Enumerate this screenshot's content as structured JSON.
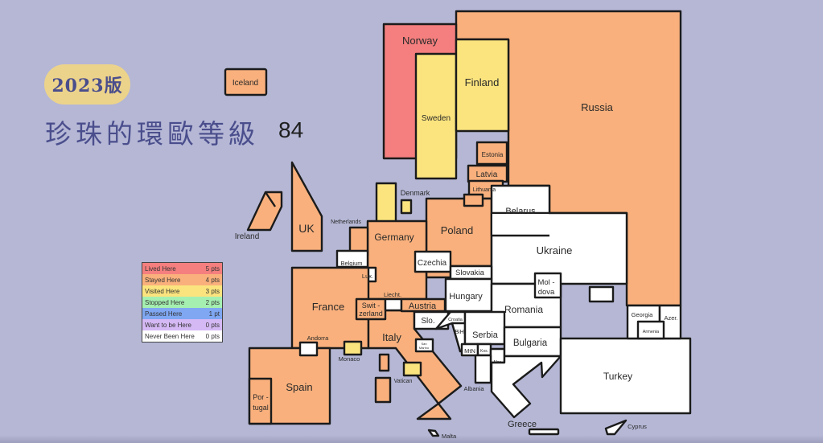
{
  "header": {
    "edition": "2023版",
    "title": "珍珠的環歐等級",
    "score": "84"
  },
  "legend": [
    {
      "label": "Lived Here",
      "points": "5 pts",
      "color": "#f47f7e"
    },
    {
      "label": "Stayed Here",
      "points": "4 pts",
      "color": "#f9b07c"
    },
    {
      "label": "Visited Here",
      "points": "3 pts",
      "color": "#fbe47e"
    },
    {
      "label": "Stopped Here",
      "points": "2 pts",
      "color": "#a5f0b1"
    },
    {
      "label": "Passed Here",
      "points": "1 pt",
      "color": "#7fa7f2"
    },
    {
      "label": "Want to be Here",
      "points": "0 pts",
      "color": "#d5b9f5"
    },
    {
      "label": "Never Been Here",
      "points": "0 pts",
      "color": "#ffffff"
    }
  ],
  "countries": {
    "norway": "Norway",
    "sweden": "Sweden",
    "finland": "Finland",
    "russia": "Russia",
    "iceland": "Iceland",
    "ireland": "Ireland",
    "uk": "UK",
    "denmark": "Denmark",
    "netherlands": "Netherlands",
    "belgium": "Belgium",
    "lux": "Lux.",
    "germany": "Germany",
    "poland": "Poland",
    "czechia": "Czechia",
    "slovakia": "Slovakia",
    "estonia": "Estonia",
    "latvia": "Latvia",
    "lithuania": "Lithuania",
    "belarus": "Belarus",
    "ukraine": "Ukraine",
    "moldova_1": "Mol -",
    "moldova_2": "dova",
    "hungary": "Hungary",
    "romania": "Romania",
    "france": "France",
    "switzerland_1": "Swit -",
    "switzerland_2": "zerland",
    "liecht": "Liecht.",
    "austria": "Austria",
    "slovenia": "Slo.",
    "croatia": "Croatia",
    "bih": "BiH",
    "serbia": "Serbia",
    "montenegro": "MtN",
    "kosovo": "Kos.",
    "macedonia": "Mac.",
    "bulgaria": "Bulgaria",
    "albania": "Albania",
    "greece": "Greece",
    "turkey": "Turkey",
    "georgia": "Georgia",
    "azerbaijan": "Azer.",
    "armenia": "Armenia",
    "cyprus": "Cyprus",
    "italy": "Italy",
    "san_marino_1": "San",
    "san_marino_2": "Marino",
    "vatican": "Vatican",
    "monaco": "Monaco",
    "andorra": "Andorra",
    "spain": "Spain",
    "portugal_1": "Por -",
    "portugal_2": "tugal",
    "malta": "Malta"
  }
}
